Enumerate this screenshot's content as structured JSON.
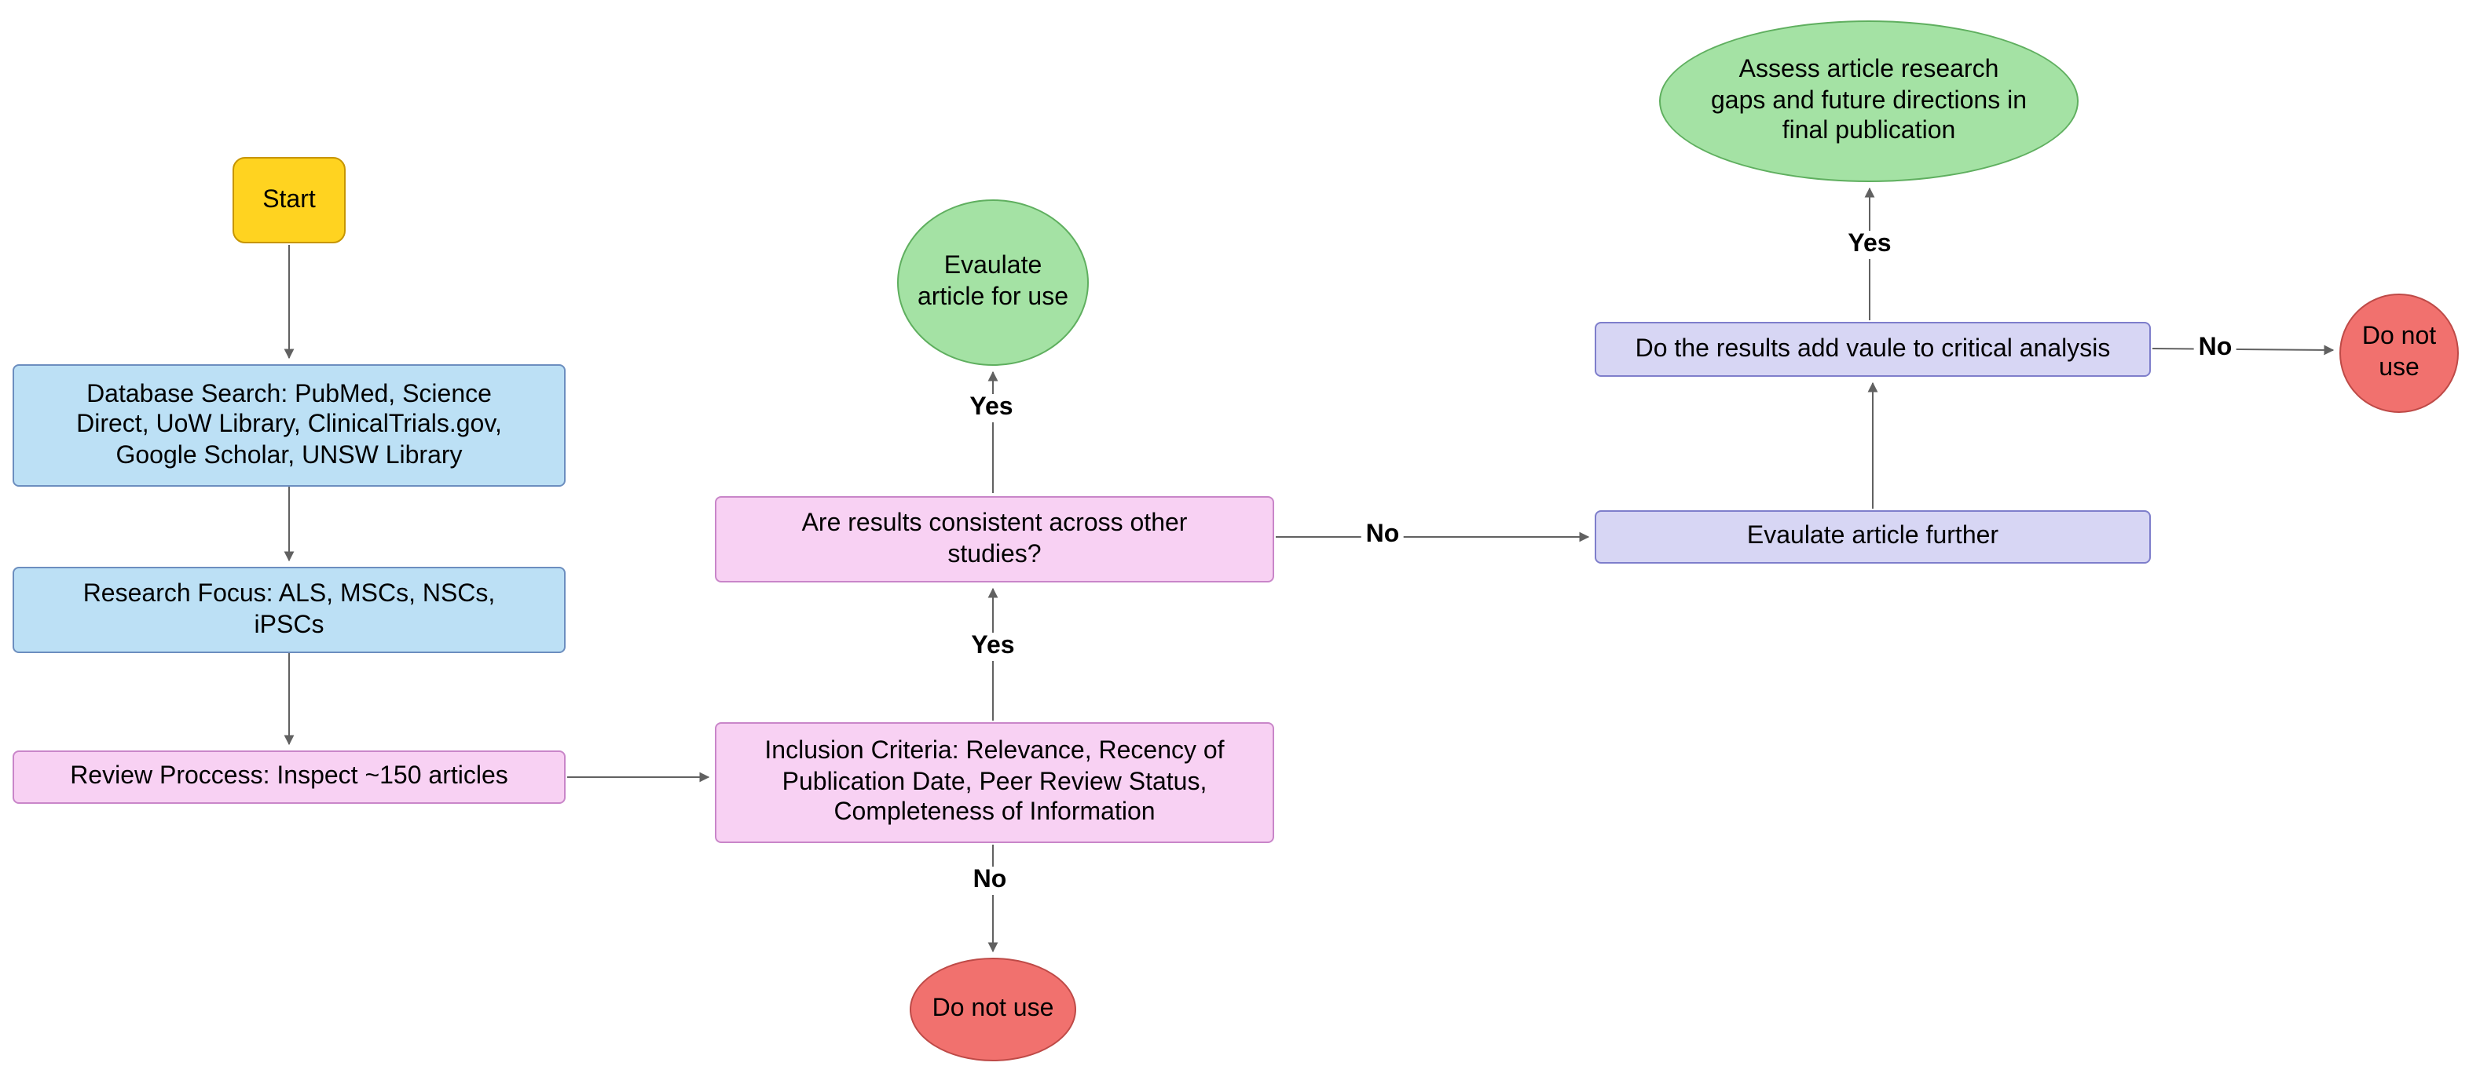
{
  "diagram": {
    "nodes": {
      "start": "Start",
      "database_search": "Database Search: PubMed, Science\nDirect, UoW Library, ClinicalTrials.gov,\nGoogle Scholar, UNSW Library",
      "research_focus": "Research Focus: ALS, MSCs, NSCs,\niPSCs",
      "review_process": "Review Proccess: Inspect ~150 articles",
      "inclusion_criteria": "Inclusion Criteria: Relevance, Recency of\nPublication Date, Peer Review Status,\nCompleteness of Information",
      "results_consistent": "Are results consistent across other\nstudies?",
      "evaluate_for_use": "Evaulate\narticle for use",
      "do_not_use_bottom": "Do not use",
      "evaluate_further": "Evaulate article further",
      "results_add_value": "Do the results add vaule to critical analysis",
      "assess_gaps": "Assess article research\ngaps and future directions in\nfinal publication",
      "do_not_use_right": "Do not\nuse"
    },
    "edge_labels": {
      "inclusion_to_consistent": "Yes",
      "consistent_to_evaluate": "Yes",
      "inclusion_to_do_not_use": "No",
      "consistent_to_further": "No",
      "value_to_assess": "Yes",
      "value_to_do_not_use": "No"
    },
    "colors": {
      "start_fill": "#FFD320",
      "process_blue_fill": "#BCE0F5",
      "decision_pink_fill": "#F8D1F3",
      "action_lavender_fill": "#D7D6F4",
      "terminal_green_fill": "#A4E2A4",
      "terminal_red_fill": "#F1716E",
      "connector": "#616161"
    }
  }
}
